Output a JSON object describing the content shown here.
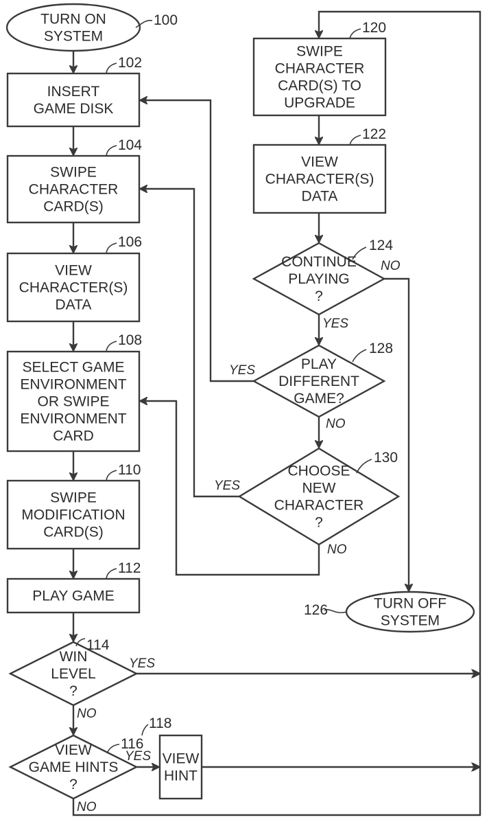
{
  "diagram": {
    "type": "flowchart",
    "nodes": [
      {
        "id": "100",
        "shape": "terminal",
        "lines": [
          "TURN ON",
          "SYSTEM"
        ]
      },
      {
        "id": "102",
        "shape": "process",
        "lines": [
          "INSERT",
          "GAME DISK"
        ]
      },
      {
        "id": "104",
        "shape": "process",
        "lines": [
          "SWIPE",
          "CHARACTER",
          "CARD(S)"
        ]
      },
      {
        "id": "106",
        "shape": "process",
        "lines": [
          "VIEW",
          "CHARACTER(S)",
          "DATA"
        ]
      },
      {
        "id": "108",
        "shape": "process",
        "lines": [
          "SELECT GAME",
          "ENVIRONMENT",
          "OR SWIPE",
          "ENVIRONMENT",
          "CARD"
        ]
      },
      {
        "id": "110",
        "shape": "process",
        "lines": [
          "SWIPE",
          "MODIFICATION",
          "CARD(S)"
        ]
      },
      {
        "id": "112",
        "shape": "process",
        "lines": [
          "PLAY GAME"
        ]
      },
      {
        "id": "114",
        "shape": "decision",
        "lines": [
          "WIN",
          "LEVEL",
          "?"
        ]
      },
      {
        "id": "116",
        "shape": "decision",
        "lines": [
          "VIEW",
          "GAME HINTS",
          "?"
        ]
      },
      {
        "id": "118",
        "shape": "process",
        "lines": [
          "VIEW",
          "HINT"
        ]
      },
      {
        "id": "120",
        "shape": "process",
        "lines": [
          "SWIPE",
          "CHARACTER",
          "CARD(S) TO",
          "UPGRADE"
        ]
      },
      {
        "id": "122",
        "shape": "process",
        "lines": [
          "VIEW",
          "CHARACTER(S)",
          "DATA"
        ]
      },
      {
        "id": "124",
        "shape": "decision",
        "lines": [
          "CONTINUE",
          "PLAYING",
          "?"
        ]
      },
      {
        "id": "126",
        "shape": "terminal",
        "lines": [
          "TURN OFF",
          "SYSTEM"
        ]
      },
      {
        "id": "128",
        "shape": "decision",
        "lines": [
          "PLAY",
          "DIFFERENT",
          "GAME?"
        ]
      },
      {
        "id": "130",
        "shape": "decision",
        "lines": [
          "CHOOSE",
          "NEW",
          "CHARACTER",
          "?"
        ]
      }
    ],
    "edges": [
      {
        "from": "100",
        "to": "102",
        "label": ""
      },
      {
        "from": "102",
        "to": "104",
        "label": ""
      },
      {
        "from": "104",
        "to": "106",
        "label": ""
      },
      {
        "from": "106",
        "to": "108",
        "label": ""
      },
      {
        "from": "108",
        "to": "110",
        "label": ""
      },
      {
        "from": "110",
        "to": "112",
        "label": ""
      },
      {
        "from": "112",
        "to": "114",
        "label": ""
      },
      {
        "from": "114",
        "to": "120",
        "label": "YES"
      },
      {
        "from": "114",
        "to": "116",
        "label": "NO"
      },
      {
        "from": "116",
        "to": "118",
        "label": "YES"
      },
      {
        "from": "116",
        "to": "120",
        "label": "NO"
      },
      {
        "from": "118",
        "to": "120",
        "label": ""
      },
      {
        "from": "120",
        "to": "122",
        "label": ""
      },
      {
        "from": "122",
        "to": "124",
        "label": ""
      },
      {
        "from": "124",
        "to": "128",
        "label": "YES"
      },
      {
        "from": "124",
        "to": "126",
        "label": "NO"
      },
      {
        "from": "128",
        "to": "102",
        "label": "YES"
      },
      {
        "from": "128",
        "to": "130",
        "label": "NO"
      },
      {
        "from": "130",
        "to": "104",
        "label": "YES"
      },
      {
        "from": "130",
        "to": "108",
        "label": "NO"
      }
    ]
  }
}
